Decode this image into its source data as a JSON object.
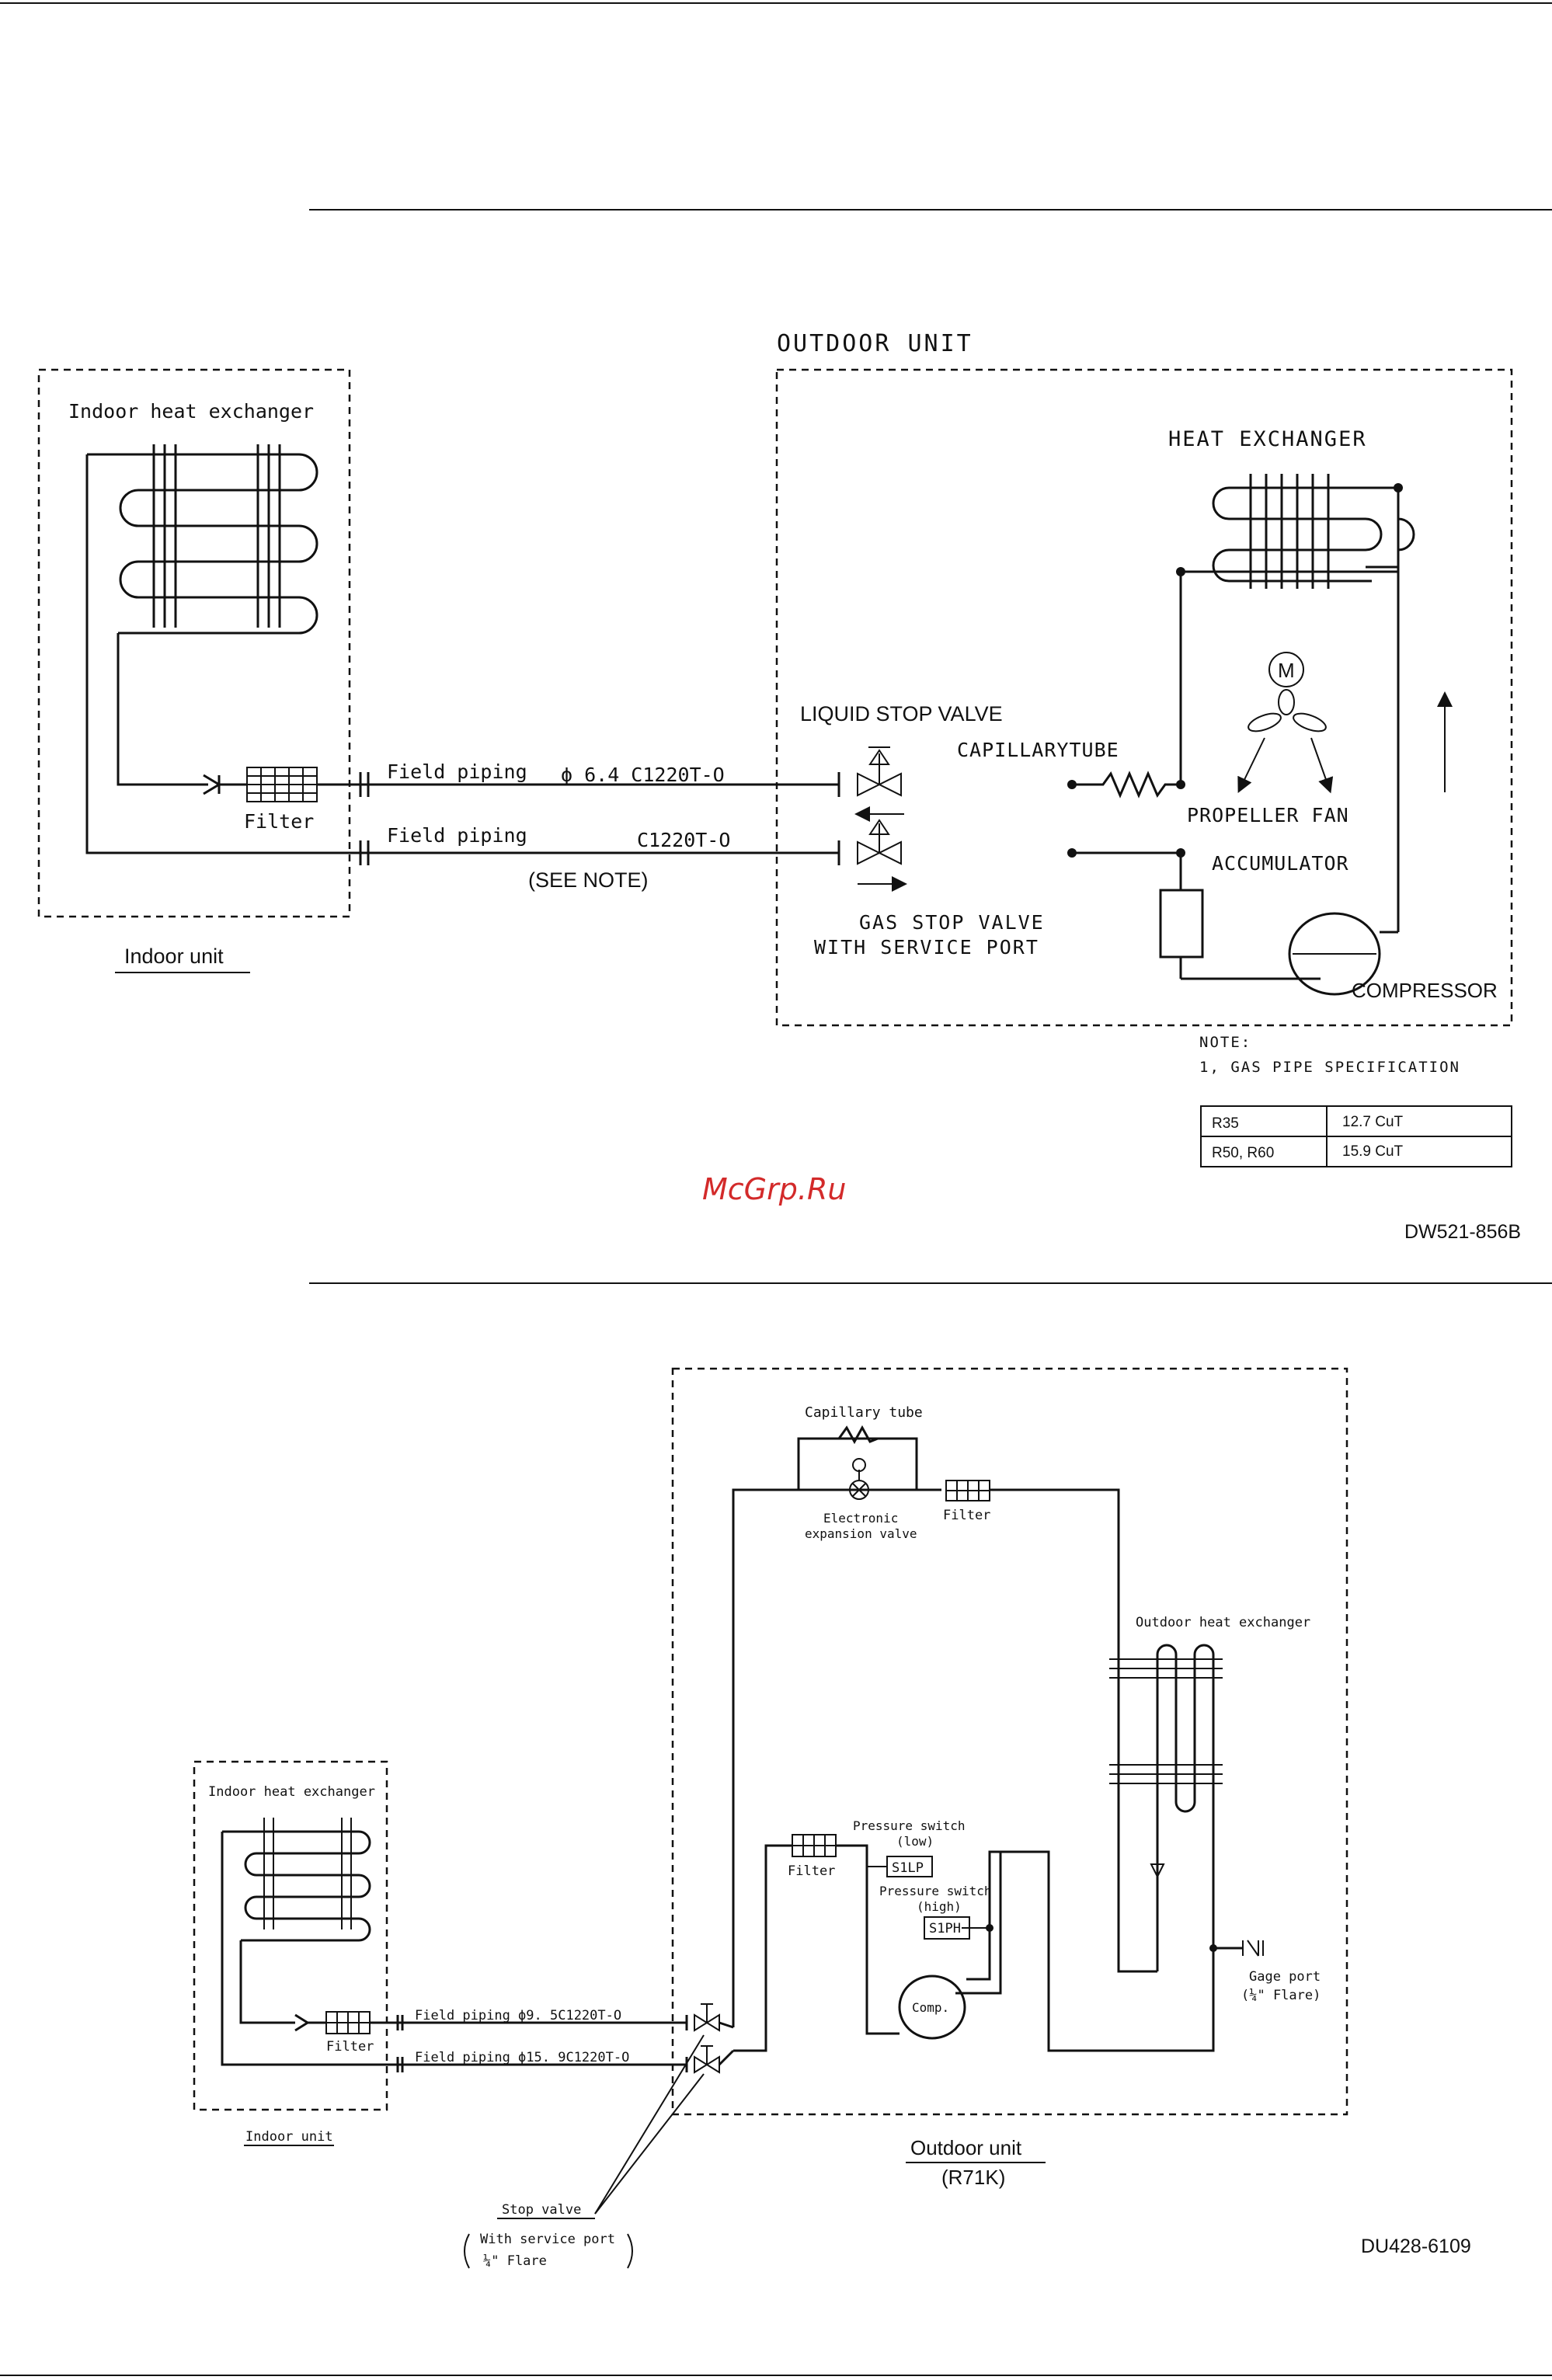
{
  "watermark": "McGrp.Ru",
  "diagram1": {
    "outdoor_title": "OUTDOOR UNIT",
    "indoor_hx_label": "Indoor heat exchanger",
    "filter_label": "Filter",
    "field_piping_1": "Field piping",
    "field_piping_1_spec": "ϕ 6.4 C1220T-O",
    "field_piping_2": "Field piping",
    "field_piping_2_spec": "C1220T-O",
    "see_note": "(SEE NOTE)",
    "indoor_unit_label": "Indoor unit",
    "heat_exchanger_label": "HEAT EXCHANGER",
    "liquid_stop_valve": "LIQUID STOP VALVE",
    "capillary_tube": "CAPILLARYTUBE",
    "propeller_fan": "PROPELLER FAN",
    "accumulator": "ACCUMULATOR",
    "gas_stop_valve_1": "GAS STOP VALVE",
    "gas_stop_valve_2": "WITH SERVICE PORT",
    "compressor": "COMPRESSOR",
    "motor_symbol": "M",
    "note_title": "NOTE:",
    "note_text": "1, GAS PIPE SPECIFICATION",
    "spec_table": [
      {
        "model": "R35",
        "value": "12.7 CuT"
      },
      {
        "model": "R50, R60",
        "value": "15.9 CuT"
      }
    ],
    "drawing_no": "DW521-856B"
  },
  "diagram2": {
    "capillary_tube": "Capillary tube",
    "electronic_exp_1": "Electronic",
    "electronic_exp_2": "expansion valve",
    "filter_top": "Filter",
    "outdoor_hx": "Outdoor heat exchanger",
    "indoor_hx": "Indoor heat exchanger",
    "pressure_low_1": "Pressure switch",
    "pressure_low_2": "(low)",
    "s1lp": "S1LP",
    "pressure_high_1": "Pressure switch",
    "pressure_high_2": "(high)",
    "s1ph": "S1PH",
    "filter_mid": "Filter",
    "comp": "Comp.",
    "gage_port_1": "Gage port",
    "gage_port_2": "(¼\" Flare)",
    "field_piping_1": "Field piping ϕ9. 5C1220T-O",
    "field_piping_2": "Field piping ϕ15. 9C1220T-O",
    "filter_indoor": "Filter",
    "indoor_unit": "Indoor unit",
    "outdoor_unit": "Outdoor unit",
    "model": "(R71K)",
    "stop_valve": "Stop valve",
    "service_port_1": "With service port",
    "service_port_2": "¼\" Flare",
    "drawing_no": "DU428-6109"
  }
}
